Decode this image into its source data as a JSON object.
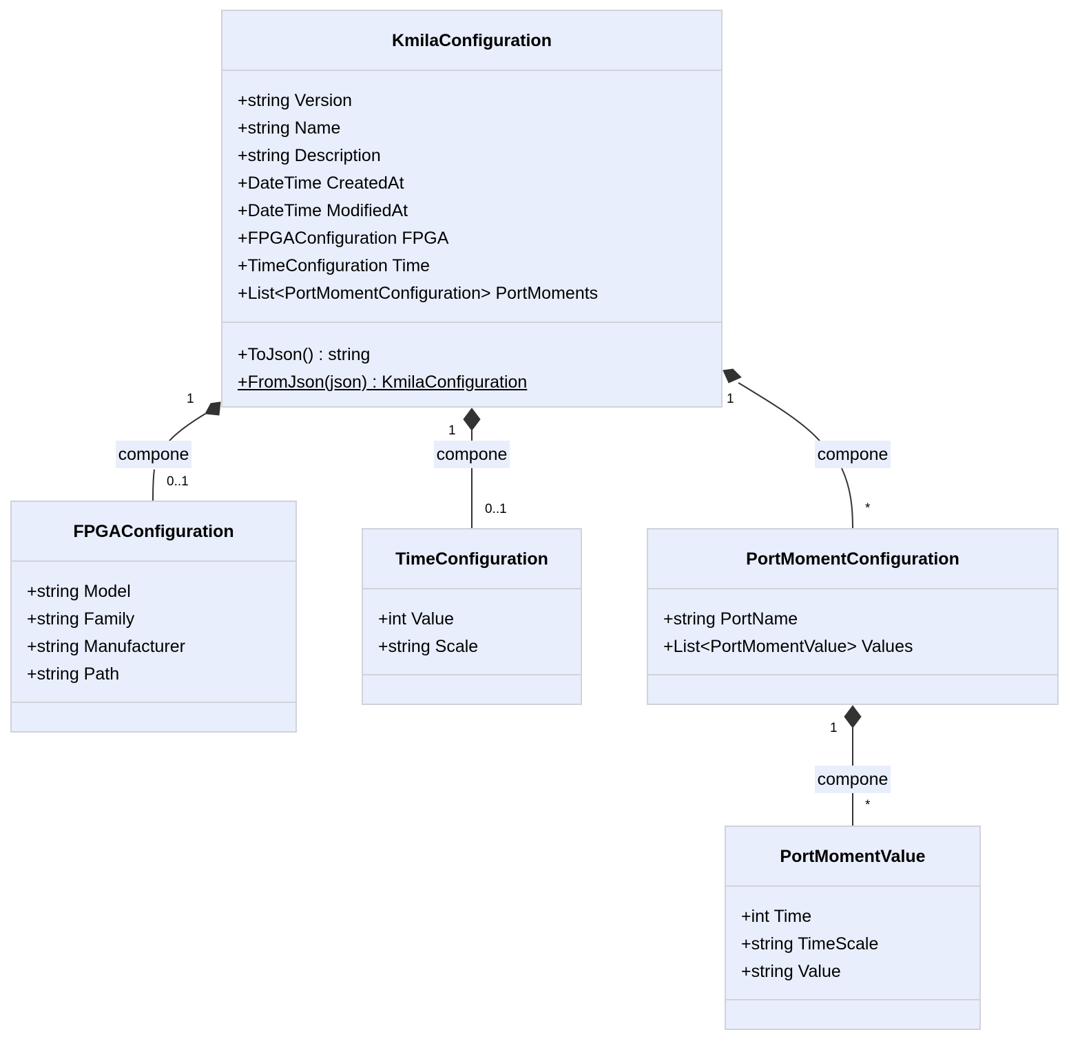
{
  "classes": {
    "kmila": {
      "name": "KmilaConfiguration",
      "attributes": [
        "+string Version",
        "+string Name",
        "+string Description",
        "+DateTime CreatedAt",
        "+DateTime ModifiedAt",
        "+FPGAConfiguration FPGA",
        "+TimeConfiguration Time",
        "+List<PortMomentConfiguration> PortMoments"
      ],
      "methods": [
        "+ToJson() : string",
        "+FromJson(json) : KmilaConfiguration"
      ]
    },
    "fpga": {
      "name": "FPGAConfiguration",
      "attributes": [
        "+string Model",
        "+string Family",
        "+string Manufacturer",
        "+string Path"
      ]
    },
    "time": {
      "name": "TimeConfiguration",
      "attributes": [
        "+int Value",
        "+string Scale"
      ]
    },
    "portMomentConfig": {
      "name": "PortMomentConfiguration",
      "attributes": [
        "+string PortName",
        "+List<PortMomentValue> Values"
      ]
    },
    "portMomentValue": {
      "name": "PortMomentValue",
      "attributes": [
        "+int Time",
        "+string TimeScale",
        "+string Value"
      ]
    }
  },
  "relations": [
    {
      "label": "compone",
      "source_mult": "1",
      "target_mult": "0..1"
    },
    {
      "label": "compone",
      "source_mult": "1",
      "target_mult": "0..1"
    },
    {
      "label": "compone",
      "source_mult": "1",
      "target_mult": "*"
    },
    {
      "label": "compone",
      "source_mult": "1",
      "target_mult": "*"
    }
  ],
  "colors": {
    "box_fill": "#e8eefb",
    "box_border": "#cfd3da",
    "line": "#333333"
  }
}
